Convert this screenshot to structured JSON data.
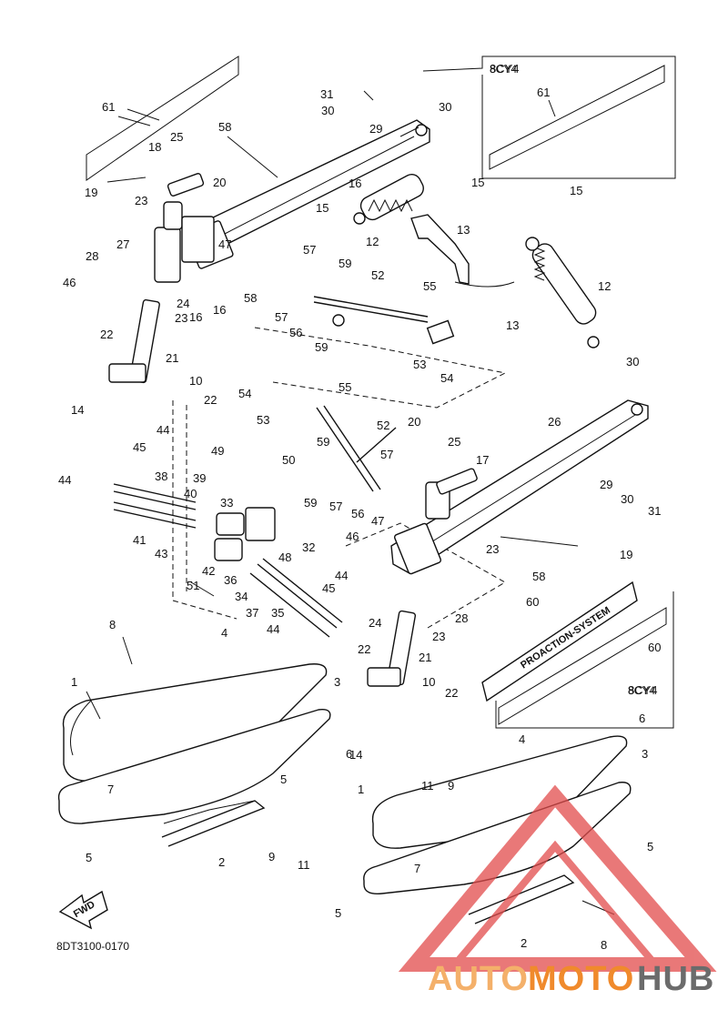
{
  "diagram": {
    "drawing_code": "8DT3100-0170",
    "model_variant_top": "8CY4",
    "model_variant_bottom": "8CY4",
    "fwd_label": "FWD",
    "decal_text": "PROACTION-SYSTEM",
    "watermark": {
      "part1": "AUTO",
      "part2": "MOTO",
      "part3": "HUB",
      "color_primary": "#f08a2c",
      "color_secondary": "#6b6b6b",
      "triangle_color": "#e24c4c"
    },
    "callouts": [
      {
        "n": "61"
      },
      {
        "n": "8CY4"
      },
      {
        "n": "61"
      },
      {
        "n": "31"
      },
      {
        "n": "30"
      },
      {
        "n": "29"
      },
      {
        "n": "30"
      },
      {
        "n": "58"
      },
      {
        "n": "25"
      },
      {
        "n": "18"
      },
      {
        "n": "20"
      },
      {
        "n": "19"
      },
      {
        "n": "16"
      },
      {
        "n": "15"
      },
      {
        "n": "23"
      },
      {
        "n": "15"
      },
      {
        "n": "12"
      },
      {
        "n": "13"
      },
      {
        "n": "15"
      },
      {
        "n": "27"
      },
      {
        "n": "47"
      },
      {
        "n": "16"
      },
      {
        "n": "28"
      },
      {
        "n": "57"
      },
      {
        "n": "59"
      },
      {
        "n": "52"
      },
      {
        "n": "46"
      },
      {
        "n": "58"
      },
      {
        "n": "24"
      },
      {
        "n": "16"
      },
      {
        "n": "57"
      },
      {
        "n": "55"
      },
      {
        "n": "12"
      },
      {
        "n": "23"
      },
      {
        "n": "56"
      },
      {
        "n": "13"
      },
      {
        "n": "22"
      },
      {
        "n": "59"
      },
      {
        "n": "53"
      },
      {
        "n": "54"
      },
      {
        "n": "21"
      },
      {
        "n": "30"
      },
      {
        "n": "10"
      },
      {
        "n": "54"
      },
      {
        "n": "55"
      },
      {
        "n": "14"
      },
      {
        "n": "22"
      },
      {
        "n": "53"
      },
      {
        "n": "52"
      },
      {
        "n": "26"
      },
      {
        "n": "20"
      },
      {
        "n": "25"
      },
      {
        "n": "44"
      },
      {
        "n": "45"
      },
      {
        "n": "59"
      },
      {
        "n": "49"
      },
      {
        "n": "17"
      },
      {
        "n": "57"
      },
      {
        "n": "50"
      },
      {
        "n": "29"
      },
      {
        "n": "44"
      },
      {
        "n": "38"
      },
      {
        "n": "39"
      },
      {
        "n": "30"
      },
      {
        "n": "40"
      },
      {
        "n": "59"
      },
      {
        "n": "57"
      },
      {
        "n": "56"
      },
      {
        "n": "31"
      },
      {
        "n": "33"
      },
      {
        "n": "47"
      },
      {
        "n": "41"
      },
      {
        "n": "46"
      },
      {
        "n": "23"
      },
      {
        "n": "19"
      },
      {
        "n": "43"
      },
      {
        "n": "48"
      },
      {
        "n": "32"
      },
      {
        "n": "58"
      },
      {
        "n": "42"
      },
      {
        "n": "51"
      },
      {
        "n": "36"
      },
      {
        "n": "34"
      },
      {
        "n": "44"
      },
      {
        "n": "45"
      },
      {
        "n": "60"
      },
      {
        "n": "37"
      },
      {
        "n": "35"
      },
      {
        "n": "24"
      },
      {
        "n": "28"
      },
      {
        "n": "8"
      },
      {
        "n": "44"
      },
      {
        "n": "23"
      },
      {
        "n": "60"
      },
      {
        "n": "4"
      },
      {
        "n": "6"
      },
      {
        "n": "22"
      },
      {
        "n": "21"
      },
      {
        "n": "8CY4"
      },
      {
        "n": "1"
      },
      {
        "n": "3"
      },
      {
        "n": "10"
      },
      {
        "n": "22"
      },
      {
        "n": "4"
      },
      {
        "n": "6"
      },
      {
        "n": "14"
      },
      {
        "n": "3"
      },
      {
        "n": "7"
      },
      {
        "n": "5"
      },
      {
        "n": "11"
      },
      {
        "n": "9"
      },
      {
        "n": "1"
      },
      {
        "n": "5"
      },
      {
        "n": "9"
      },
      {
        "n": "11"
      },
      {
        "n": "2"
      },
      {
        "n": "7"
      },
      {
        "n": "5"
      },
      {
        "n": "5"
      },
      {
        "n": "2"
      },
      {
        "n": "8"
      }
    ]
  }
}
